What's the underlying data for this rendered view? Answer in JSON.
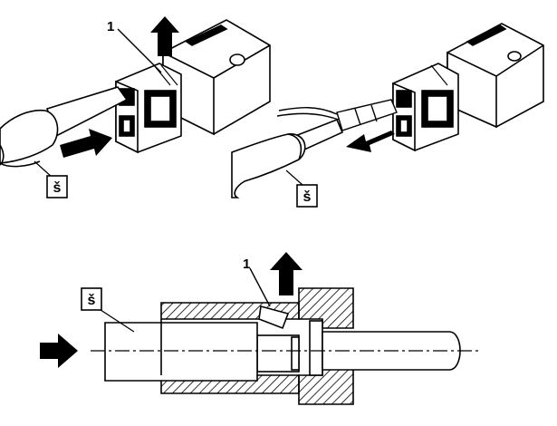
{
  "figure": {
    "callouts": {
      "top_left_number": "1",
      "bottom_number": "1"
    },
    "tool_symbol": "š",
    "icons": {
      "tool": "terminal-removal-tool-icon",
      "push_arrow": "push-direction-arrow-icon",
      "pull_arrow": "pull-direction-arrow-icon",
      "lift_arrow": "lock-release-arrow-icon"
    },
    "colors": {
      "ink": "#000000",
      "background": "#ffffff"
    }
  }
}
